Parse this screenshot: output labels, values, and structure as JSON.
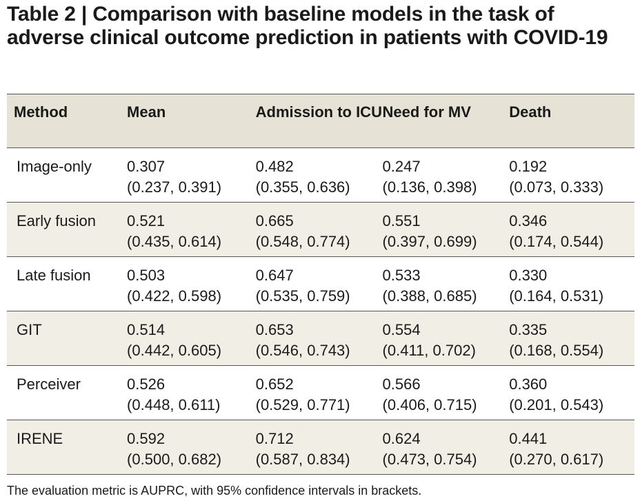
{
  "title": "Table 2 | Comparison with baseline models in the task of adverse clinical outcome prediction in patients with COVID-19",
  "columns": [
    "Method",
    "Mean",
    "Admission to ICU",
    "Need for MV",
    "Death"
  ],
  "rows": [
    {
      "method": "Image-only",
      "cells": [
        {
          "value": "0.307",
          "ci": "(0.237, 0.391)"
        },
        {
          "value": "0.482",
          "ci": "(0.355, 0.636)"
        },
        {
          "value": "0.247",
          "ci": "(0.136, 0.398)"
        },
        {
          "value": "0.192",
          "ci": "(0.073, 0.333)"
        }
      ]
    },
    {
      "method": "Early fusion",
      "cells": [
        {
          "value": "0.521",
          "ci": "(0.435, 0.614)"
        },
        {
          "value": "0.665",
          "ci": "(0.548, 0.774)"
        },
        {
          "value": "0.551",
          "ci": "(0.397, 0.699)"
        },
        {
          "value": "0.346",
          "ci": "(0.174, 0.544)"
        }
      ]
    },
    {
      "method": "Late fusion",
      "cells": [
        {
          "value": "0.503",
          "ci": "(0.422, 0.598)"
        },
        {
          "value": "0.647",
          "ci": "(0.535, 0.759)"
        },
        {
          "value": "0.533",
          "ci": "(0.388, 0.685)"
        },
        {
          "value": "0.330",
          "ci": "(0.164, 0.531)"
        }
      ]
    },
    {
      "method": "GIT",
      "cells": [
        {
          "value": "0.514",
          "ci": "(0.442, 0.605)"
        },
        {
          "value": "0.653",
          "ci": "(0.546, 0.743)"
        },
        {
          "value": "0.554",
          "ci": "(0.411, 0.702)"
        },
        {
          "value": "0.335",
          "ci": "(0.168, 0.554)"
        }
      ]
    },
    {
      "method": "Perceiver",
      "cells": [
        {
          "value": "0.526",
          "ci": "(0.448, 0.611)"
        },
        {
          "value": "0.652",
          "ci": "(0.529, 0.771)"
        },
        {
          "value": "0.566",
          "ci": "(0.406, 0.715)"
        },
        {
          "value": "0.360",
          "ci": "(0.201, 0.543)"
        }
      ]
    },
    {
      "method": "IRENE",
      "cells": [
        {
          "value": "0.592",
          "ci": "(0.500, 0.682)"
        },
        {
          "value": "0.712",
          "ci": "(0.587, 0.834)"
        },
        {
          "value": "0.624",
          "ci": "(0.473, 0.754)"
        },
        {
          "value": "0.441",
          "ci": "(0.270, 0.617)"
        }
      ]
    }
  ],
  "footnote": "The evaluation metric is AUPRC, with 95% confidence intervals in brackets.",
  "colors": {
    "header_bg": "#e6e3d6",
    "shaded_row_bg": "#f1eee5",
    "rule": "#555555"
  }
}
